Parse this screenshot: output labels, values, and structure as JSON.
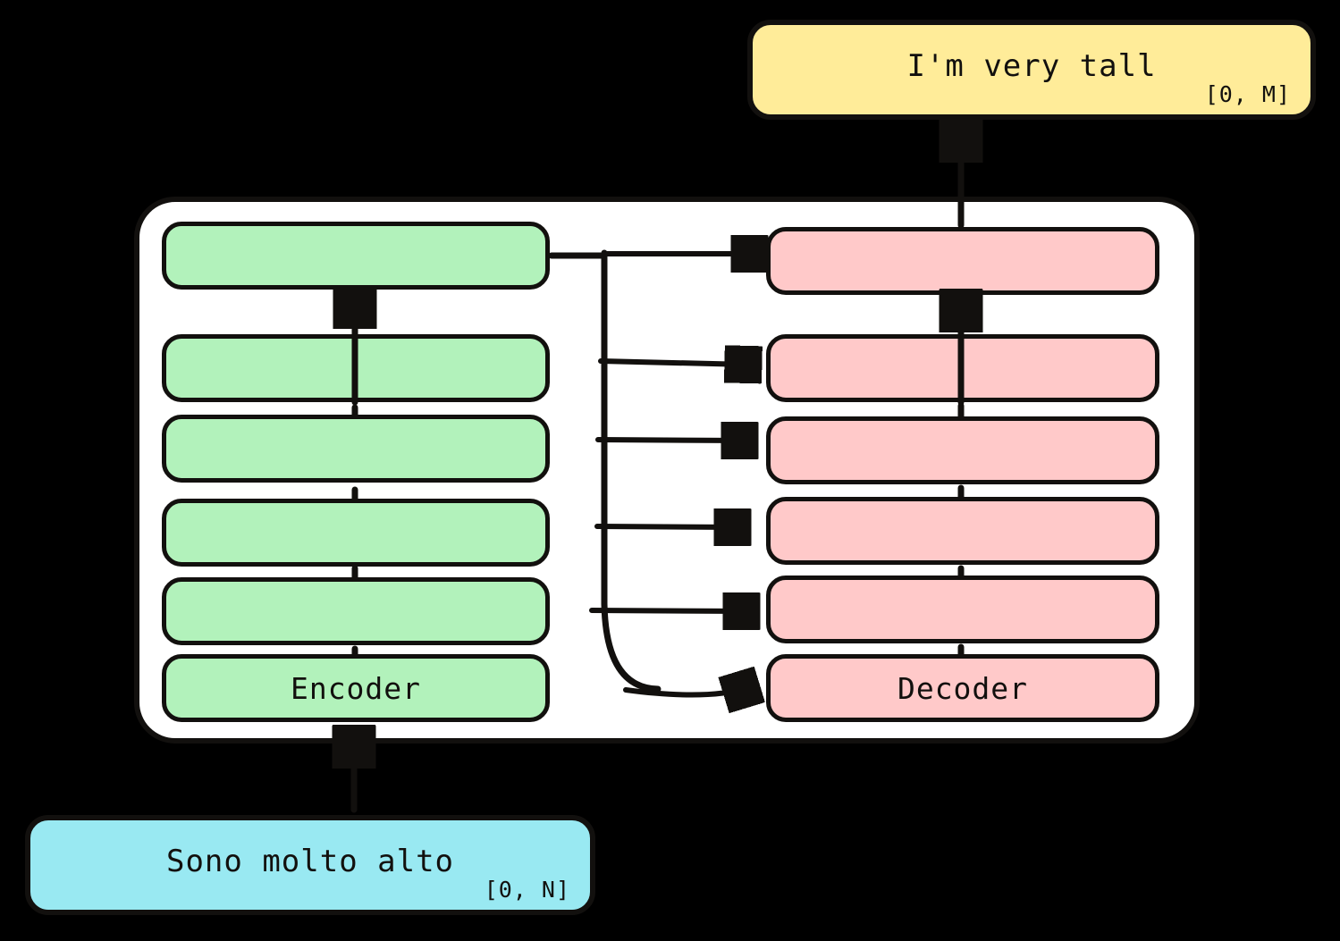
{
  "diagram": {
    "title": "Encoder-Decoder sequence-to-sequence diagram",
    "background_color": "#000000",
    "frame_color": "#ffffff",
    "stroke_color": "#12100e"
  },
  "input_box": {
    "name": "source-sentence",
    "text": "Sono molto alto",
    "range": "[0, N]",
    "color": "#99e9f2"
  },
  "output_box": {
    "name": "target-sentence",
    "text": "I'm very tall",
    "range": "[0, M]",
    "color": "#ffec99"
  },
  "encoder": {
    "label": "Encoder",
    "color": "#b2f2bb",
    "layers": [
      {
        "label": ""
      },
      {
        "label": ""
      },
      {
        "label": ""
      },
      {
        "label": ""
      },
      {
        "label": ""
      },
      {
        "label": "Encoder"
      }
    ]
  },
  "decoder": {
    "label": "Decoder",
    "color": "#ffc9c9",
    "layers": [
      {
        "label": ""
      },
      {
        "label": ""
      },
      {
        "label": ""
      },
      {
        "label": ""
      },
      {
        "label": ""
      },
      {
        "label": "Decoder"
      }
    ]
  },
  "connections": {
    "input_to_encoder": "arrow-up",
    "encoder_internal": "stacked-arrows-up",
    "encoder_to_decoder": "cross-attention-fanout",
    "decoder_internal": "stacked-arrows-up",
    "decoder_to_output": "arrow-up",
    "cross_attention_count": 6
  }
}
